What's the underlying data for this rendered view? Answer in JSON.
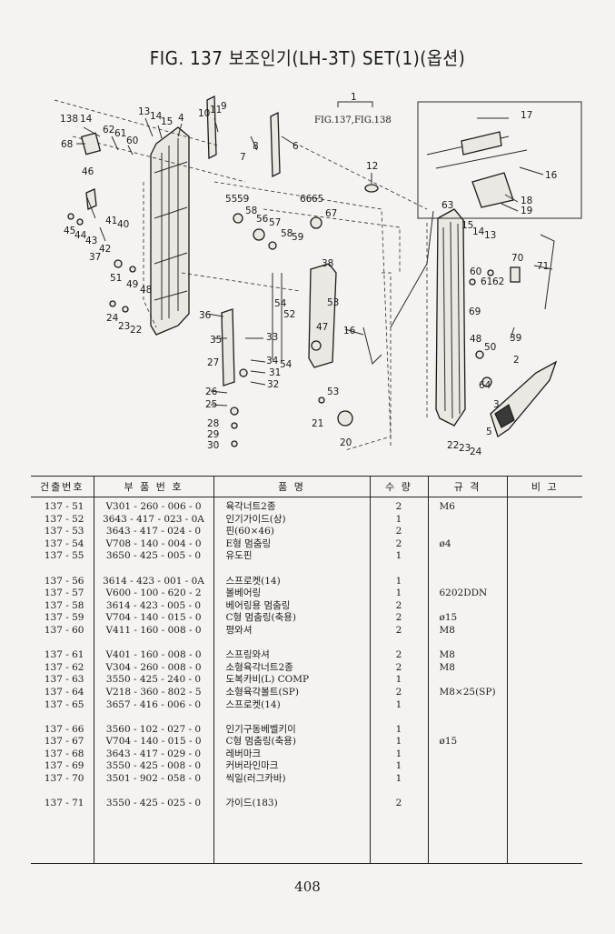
{
  "page": {
    "title": "FIG. 137 보조인기(LH-3T) SET(1)(옵션)",
    "page_number": "408"
  },
  "diagram": {
    "labels": [
      {
        "id": "t1",
        "text": "1"
      },
      {
        "id": "tfig",
        "text": "FIG.137,FIG.138"
      },
      {
        "id": "t138",
        "text": "138"
      },
      {
        "id": "t14a",
        "text": "14"
      },
      {
        "id": "t68",
        "text": "68"
      },
      {
        "id": "t62a",
        "text": "62"
      },
      {
        "id": "t61a",
        "text": "61"
      },
      {
        "id": "t60a",
        "text": "60"
      },
      {
        "id": "t13a",
        "text": "13"
      },
      {
        "id": "t14b",
        "text": "14"
      },
      {
        "id": "t15a",
        "text": "15"
      },
      {
        "id": "t4",
        "text": "4"
      },
      {
        "id": "t10",
        "text": "10"
      },
      {
        "id": "t11",
        "text": "11"
      },
      {
        "id": "t9",
        "text": "9"
      },
      {
        "id": "t8",
        "text": "8"
      },
      {
        "id": "t7",
        "text": "7"
      },
      {
        "id": "t6",
        "text": "6"
      },
      {
        "id": "t46",
        "text": "46"
      },
      {
        "id": "t12",
        "text": "12"
      },
      {
        "id": "t55",
        "text": "55"
      },
      {
        "id": "t59a",
        "text": "59"
      },
      {
        "id": "t58a",
        "text": "58"
      },
      {
        "id": "t56",
        "text": "56"
      },
      {
        "id": "t57",
        "text": "57"
      },
      {
        "id": "t58b",
        "text": "58"
      },
      {
        "id": "t59b",
        "text": "59"
      },
      {
        "id": "t66",
        "text": "66"
      },
      {
        "id": "t65",
        "text": "65"
      },
      {
        "id": "t67",
        "text": "67"
      },
      {
        "id": "t41",
        "text": "41"
      },
      {
        "id": "t40",
        "text": "40"
      },
      {
        "id": "t45",
        "text": "45"
      },
      {
        "id": "t44",
        "text": "44"
      },
      {
        "id": "t43",
        "text": "43"
      },
      {
        "id": "t42",
        "text": "42"
      },
      {
        "id": "t37",
        "text": "37"
      },
      {
        "id": "t51",
        "text": "51"
      },
      {
        "id": "t49",
        "text": "49"
      },
      {
        "id": "t48a",
        "text": "48"
      },
      {
        "id": "t38",
        "text": "38"
      },
      {
        "id": "t54a",
        "text": "54"
      },
      {
        "id": "t53a",
        "text": "53"
      },
      {
        "id": "t52",
        "text": "52"
      },
      {
        "id": "t47",
        "text": "47"
      },
      {
        "id": "t24a",
        "text": "24"
      },
      {
        "id": "t23a",
        "text": "23"
      },
      {
        "id": "t22a",
        "text": "22"
      },
      {
        "id": "t36",
        "text": "36"
      },
      {
        "id": "t35",
        "text": "35"
      },
      {
        "id": "t33",
        "text": "33"
      },
      {
        "id": "t27",
        "text": "27"
      },
      {
        "id": "t34",
        "text": "34"
      },
      {
        "id": "t54b",
        "text": "54"
      },
      {
        "id": "t31",
        "text": "31"
      },
      {
        "id": "t32",
        "text": "32"
      },
      {
        "id": "t16a",
        "text": "16"
      },
      {
        "id": "t26",
        "text": "26"
      },
      {
        "id": "t25",
        "text": "25"
      },
      {
        "id": "t53b",
        "text": "53"
      },
      {
        "id": "t21",
        "text": "21"
      },
      {
        "id": "t28",
        "text": "28"
      },
      {
        "id": "t29",
        "text": "29"
      },
      {
        "id": "t30",
        "text": "30"
      },
      {
        "id": "t20",
        "text": "20"
      },
      {
        "id": "t17",
        "text": "17"
      },
      {
        "id": "t16b",
        "text": "16"
      },
      {
        "id": "t18",
        "text": "18"
      },
      {
        "id": "t19",
        "text": "19"
      },
      {
        "id": "t63",
        "text": "63"
      },
      {
        "id": "t15b",
        "text": "15"
      },
      {
        "id": "t14c",
        "text": "14"
      },
      {
        "id": "t13b",
        "text": "13"
      },
      {
        "id": "t70",
        "text": "70"
      },
      {
        "id": "t71",
        "text": "71"
      },
      {
        "id": "t60b",
        "text": "60"
      },
      {
        "id": "t61b",
        "text": "61"
      },
      {
        "id": "t62b",
        "text": "62"
      },
      {
        "id": "t69",
        "text": "69"
      },
      {
        "id": "t39",
        "text": "39"
      },
      {
        "id": "t48b",
        "text": "48"
      },
      {
        "id": "t50",
        "text": "50"
      },
      {
        "id": "t2",
        "text": "2"
      },
      {
        "id": "t64",
        "text": "64"
      },
      {
        "id": "t3",
        "text": "3"
      },
      {
        "id": "t5",
        "text": "5"
      },
      {
        "id": "t22b",
        "text": "22"
      },
      {
        "id": "t23b",
        "text": "23"
      },
      {
        "id": "t24b",
        "text": "24"
      }
    ]
  },
  "table": {
    "headers": {
      "no": "건출번호",
      "code": "부 품 번 호",
      "name": "품          명",
      "qty": "수 량",
      "spec": "규   격",
      "note": "비  고"
    },
    "col_no": "137 - 51\n137 - 52\n137 - 53\n137 - 54\n137 - 55\n\n137 - 56\n137 - 57\n137 - 58\n137 - 59\n137 - 60\n\n137 - 61\n137 - 62\n137 - 63\n137 - 64\n137 - 65\n\n137 - 66\n137 - 67\n137 - 68\n137 - 69\n137 - 70\n\n137 - 71",
    "col_code": "V301 - 260 - 006 - 0\n3643 - 417 - 023 - 0A\n3643 - 417 - 024 - 0\nV708 - 140 - 004 - 0\n3650 - 425 - 005 - 0\n\n3614 - 423 - 001 - 0A\nV600 - 100 - 620 - 2\n3614 - 423 - 005 - 0\nV704 - 140 - 015 - 0\nV411 - 160 - 008 - 0\n\nV401 - 160 - 008 - 0\nV304 - 260 - 008 - 0\n3550 - 425 - 240 - 0\nV218 - 360 - 802 - 5\n3657 - 416 - 006 - 0\n\n3560 - 102 - 027 - 0\nV704 - 140 - 015 - 0\n3643 - 417 - 029 - 0\n3550 - 425 - 008 - 0\n3501 - 902 - 058 - 0\n\n3550 - 425 - 025 - 0",
    "col_name": "육각너트2종\n인기가이드(상)\n핀(60×46)\nE형 멈춤링\n유도핀\n\n스프로켓(14)\n볼베어링\n베어링용 멈춤링\nC형 멈춤링(축용)\n평와셔\n\n스프링와셔\n소형육각너트2종\n도복카비(L) COMP\n소형육각볼트(SP)\n스프로켓(14)\n\n인기구동베벨키이\nC형 멈춤링(축용)\n레버마크\n커버라인마크\n씩일(러그카바)\n\n가이드(183)",
    "col_qty": "2\n1\n2\n2\n1\n\n1\n1\n2\n2\n2\n\n2\n2\n1\n2\n1\n\n1\n1\n1\n1\n1\n\n2",
    "col_spec": "M6\n\n\nø4\n\n\n\n6202DDN\n\nø15\nM8\n\nM8\nM8\n\nM8×25(SP)\n\n\n\nø15\n\n\n\n\n",
    "col_note": ""
  }
}
